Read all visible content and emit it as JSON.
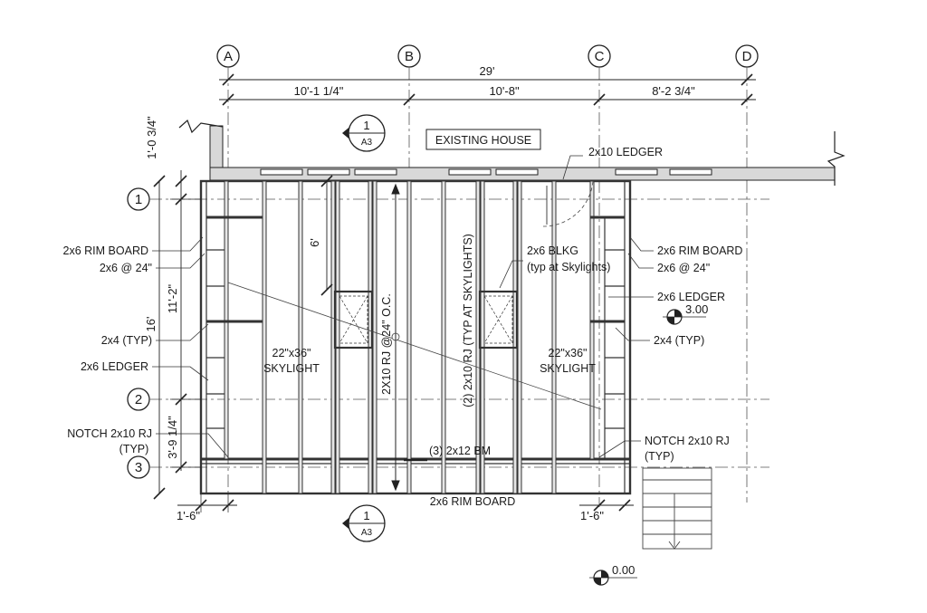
{
  "grid": {
    "columns": [
      "A",
      "B",
      "C",
      "D"
    ],
    "rows": [
      "1",
      "2",
      "3"
    ]
  },
  "dimensions": {
    "overall_top": "29'",
    "span_ab": "10'-1 1/4\"",
    "span_bc": "10'-8\"",
    "span_cd": "8'-2 3/4\"",
    "left_top": "1'-0 3/4\"",
    "left_mid": "11'-2\"",
    "left_total": "16'",
    "left_bottom": "3'-9 1/4\"",
    "vertical_blk": "6'",
    "bottom_left": "1'-6\"",
    "bottom_right": "1'-6\""
  },
  "section_marks": {
    "top": {
      "number": "1",
      "sheet": "A3"
    },
    "bottom": {
      "number": "1",
      "sheet": "A3"
    }
  },
  "elevations": {
    "right": "3.00",
    "bottom": "0.00"
  },
  "labels": {
    "existing_house": "EXISTING HOUSE",
    "ledger_top": "2x10 LEDGER",
    "rim_left": "2x6 RIM BOARD",
    "studs_left": "2x6 @ 24\"",
    "twobyfour_left": "2x4 (TYP)",
    "ledger_left": "2x6 LEDGER",
    "notch_left_1": "NOTCH 2x10 RJ",
    "notch_left_2": "(TYP)",
    "sky_left_1": "22\"x36\"",
    "sky_left_2": "SKYLIGHT",
    "rj_main": "2X10 RJ @24\" O.C.",
    "rj_skylight": "(2) 2x10 RJ (TYP AT SKYLIGHTS)",
    "blkg_1": "2x6 BLKG",
    "blkg_2": "(typ at Skylights)",
    "sky_right_1": "22\"x36\"",
    "sky_right_2": "SKYLIGHT",
    "rim_right": "2x6 RIM BOARD",
    "studs_right": "2x6 @ 24\"",
    "ledger_right": "2x6 LEDGER",
    "twobyfour_right": "2x4 (TYP)",
    "notch_right_1": "NOTCH 2x10 RJ",
    "notch_right_2": "(TYP)",
    "beam": "(3) 2x12 BM",
    "rim_bottom": "2x6 RIM BOARD"
  }
}
